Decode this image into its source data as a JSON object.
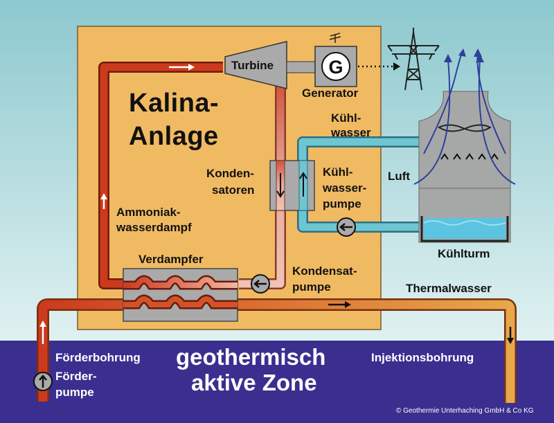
{
  "plant_title_line1": "Kalina-",
  "plant_title_line2": "Anlage",
  "labels": {
    "turbine": "Turbine",
    "generator": "Generator",
    "generator_symbol": "G",
    "kuehlwasser_line1": "Kühl-",
    "kuehlwasser_line2": "wasser",
    "kondensatoren_line1": "Konden-",
    "kondensatoren_line2": "satoren",
    "kuehlwasserpumpe_line1": "Kühl-",
    "kuehlwasserpumpe_line2": "wasser-",
    "kuehlwasserpumpe_line3": "pumpe",
    "luft": "Luft",
    "ammoniak_line1": "Ammoniak-",
    "ammoniak_line2": "wasserdampf",
    "verdampfer": "Verdampfer",
    "kondensatpumpe_line1": "Kondensat-",
    "kondensatpumpe_line2": "pumpe",
    "kuehlturm": "Kühlturm",
    "thermalwasser": "Thermalwasser",
    "foerderbohrung": "Förderbohrung",
    "foerderpumpe_line1": "Förder-",
    "foerderpumpe_line2": "pumpe",
    "injektionsbohrung": "Injektionsbohrung",
    "zone_line1": "geothermisch",
    "zone_line2": "aktive Zone",
    "copyright": "© Geothermie Unterhaching GmbH & Co KG"
  },
  "colors": {
    "sky_top": "#8ec9cf",
    "sky_bottom": "#dceff0",
    "ground": "#3a2f8f",
    "plant_box": "#f0ba63",
    "hot_pipe": "#cc3a1e",
    "warm_pipe": "#e39a3f",
    "cool_pipe": "#6ec6d2",
    "tower": "#a8aaa9",
    "air_arrow": "#2e3f9a"
  }
}
